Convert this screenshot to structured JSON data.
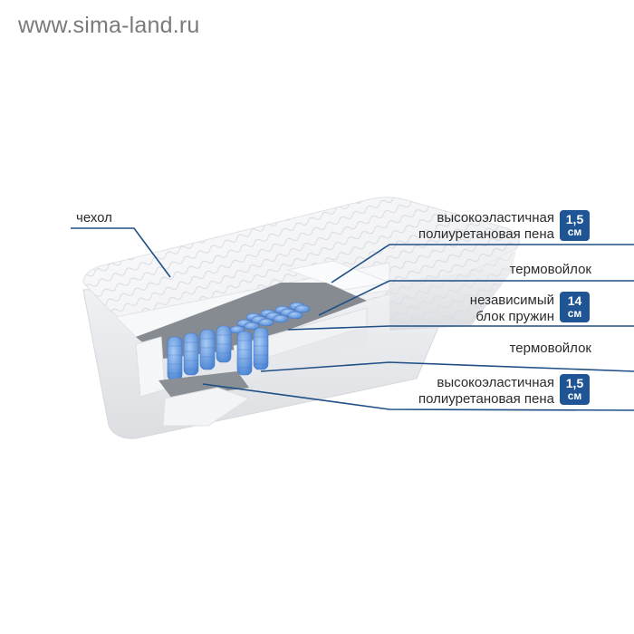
{
  "watermark": "www.sima-land.ru",
  "colors": {
    "leader_line": "#1f4f86",
    "badge_bg": "#1f5594",
    "badge_text": "#ffffff",
    "spring_blue": "#6fa3e6",
    "felt_gray": "#8a8f96",
    "cover_white": "#f4f5f6"
  },
  "diagram": {
    "subject": "mattress cross-section",
    "labels": {
      "cover": "чехол",
      "layer1_line1": "высокоэластичная",
      "layer1_line2": "полиуретановая пена",
      "layer1_badge_num": "1,5",
      "layer1_badge_unit": "см",
      "layer2": "термовойлок",
      "layer3_line1": "независимый",
      "layer3_line2": "блок пружин",
      "layer3_badge_num": "14",
      "layer3_badge_unit": "см",
      "layer4": "термовойлок",
      "layer5_line1": "высокоэластичная",
      "layer5_line2": "полиуретановая пена",
      "layer5_badge_num": "1,5",
      "layer5_badge_unit": "см"
    }
  }
}
